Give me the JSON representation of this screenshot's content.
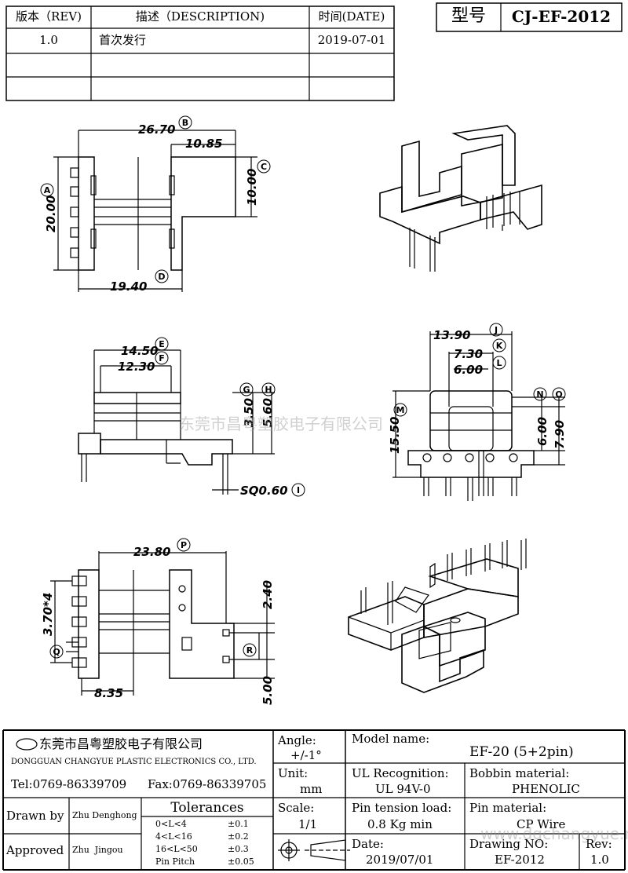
{
  "revision_table": {
    "headers": {
      "rev": "版本（REV)",
      "desc": "描述（DESCRIPTION)",
      "date": "时间(DATE)"
    },
    "rows": [
      {
        "rev": "1.0",
        "desc": "首次发行",
        "date": "2019-07-01"
      }
    ]
  },
  "model_box": {
    "label": "型号",
    "value": "CJ-EF-2012"
  },
  "dimensions": {
    "top_width": "26.70",
    "top_right": "10.85",
    "top_height_right": "10.00",
    "top_height": "20.00",
    "top_bottom": "19.40",
    "side_outer": "14.50",
    "side_inner": "12.30",
    "side_g": "3.50",
    "side_h": "5.60",
    "side_pin": "SQ0.60",
    "front_j": "13.90",
    "front_k": "7.30",
    "front_l": "6.00",
    "front_m": "15.50",
    "front_n": "6.00",
    "front_o": "7.90",
    "bottom_p": "23.80",
    "bottom_pitch": "3.70*4",
    "bottom_q": "8.35",
    "bottom_r1": "2.40",
    "bottom_r2": "5.00"
  },
  "labels": {
    "A": "A",
    "B": "B",
    "C": "C",
    "D": "D",
    "E": "E",
    "F": "F",
    "G": "G",
    "H": "H",
    "I": "I",
    "J": "J",
    "K": "K",
    "L": "L",
    "M": "M",
    "N": "N",
    "O": "O",
    "P": "P",
    "Q": "Q",
    "R": "R"
  },
  "watermark": {
    "company": "东莞市昌粤塑胶电子有限公司",
    "url": "www.dgchangyue.net"
  },
  "title_block": {
    "company_cn": "东莞市昌粤塑胶电子有限公司",
    "company_en": "DONGGUAN CHANGYUE PLASTIC ELECTRONICS CO., LTD.",
    "tel": "Tel:0769-86339709",
    "fax": "Fax:0769-86339705",
    "angle_label": "Angle:",
    "angle_value": "+/-1°",
    "unit_label": "Unit:",
    "unit_value": "mm",
    "scale_label": "Scale:",
    "scale_value": "1/1",
    "model_label": "Model name:",
    "model_value": "EF-20 (5+2pin)",
    "ul_label": "UL Recognition:",
    "ul_value": "UL 94V-0",
    "bobbin_label": "Bobbin material:",
    "bobbin_value": "PHENOLIC",
    "tension_label": "Pin tension load:",
    "tension_value": "0.8 Kg min",
    "pinmat_label": "Pin material:",
    "pinmat_value": "CP Wire",
    "date_label": "Date:",
    "date_value": "2019/07/01",
    "drawing_label": "Drawing NO:",
    "drawing_value": "EF-2012",
    "rev_label": "Rev:",
    "rev_value": "1.0",
    "drawn_label": "Drawn by",
    "drawn_value": "Zhu Denghong",
    "approved_label": "Approved",
    "approved_value": "Zhu  Jingou",
    "tol_title": "Tolerances",
    "tol": [
      {
        "range": "0<L<4",
        "value": "±0.1"
      },
      {
        "range": "4<L<16",
        "value": "±0.2"
      },
      {
        "range": "16<L<50",
        "value": "±0.3"
      },
      {
        "range": "Pin Pitch",
        "value": "±0.05"
      }
    ]
  }
}
